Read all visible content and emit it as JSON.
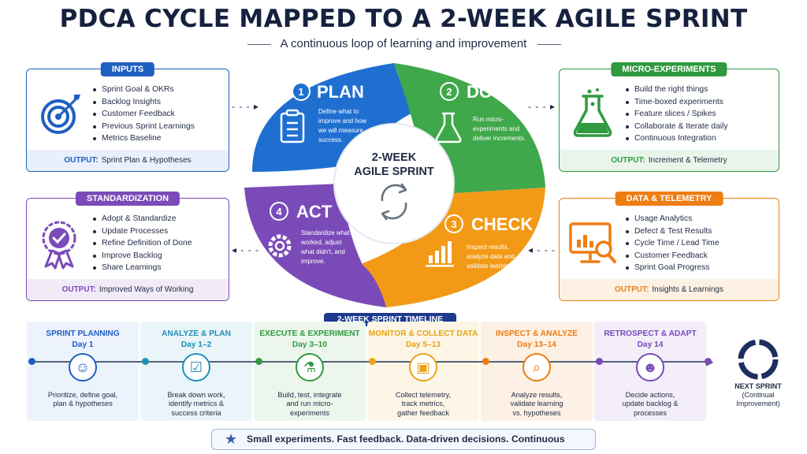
{
  "title": "PDCA CYCLE MAPPED TO A 2-WEEK AGILE SPRINT",
  "subtitle": "A continuous loop of learning and improvement",
  "center": {
    "line1": "2-WEEK",
    "line2": "AGILE SPRINT"
  },
  "phases": {
    "plan": {
      "num": "1",
      "name": "PLAN",
      "desc": [
        "Define what to",
        "improve and how",
        "we will measure",
        "success."
      ],
      "color": "#1f6fd1"
    },
    "do": {
      "num": "2",
      "name": "DO",
      "desc": [
        "Run micro-",
        "experiments and",
        "deliver increments."
      ],
      "color": "#3fa84a"
    },
    "check": {
      "num": "3",
      "name": "CHECK",
      "desc": [
        "Inspect results,",
        "analyze data and",
        "validate learning."
      ],
      "color": "#f29a16"
    },
    "act": {
      "num": "4",
      "name": "ACT",
      "desc": [
        "Standardize what",
        "worked, adjust",
        "what didn't, and",
        "improve."
      ],
      "color": "#7a4bb8"
    }
  },
  "cards": {
    "inputs": {
      "header": "INPUTS",
      "items": [
        "Sprint Goal & OKRs",
        "Backlog Insights",
        "Customer Feedback",
        "Previous Sprint Learnings",
        "Metrics Baseline"
      ],
      "output_label": "OUTPUT:",
      "output": "Sprint Plan & Hypotheses",
      "color": "#1f5fbf",
      "bg": "#e9f0fb"
    },
    "standardization": {
      "header": "STANDARDIZATION",
      "items": [
        "Adopt & Standardize",
        "Update Processes",
        "Refine Definition of Done",
        "Improve Backlog",
        "Share Learnings"
      ],
      "output_label": "OUTPUT:",
      "output": "Improved Ways of Working",
      "color": "#7a4bb8",
      "bg": "#f1ebf8"
    },
    "micro": {
      "header": "MICRO-EXPERIMENTS",
      "items": [
        "Build the right things",
        "Time-boxed experiments",
        "Feature slices / Spikes",
        "Collaborate & Iterate daily",
        "Continuous Integration"
      ],
      "output_label": "OUTPUT:",
      "output": "Increment & Telemetry",
      "color": "#2f9a3f",
      "bg": "#e9f5ea"
    },
    "data": {
      "header": "DATA & TELEMETRY",
      "items": [
        "Usage Analytics",
        "Defect & Test Results",
        "Cycle Time / Lead Time",
        "Customer Feedback",
        "Sprint Goal Progress"
      ],
      "output_label": "OUTPUT:",
      "output": "Insights & Learnings",
      "color": "#ee7d12",
      "bg": "#fdf1e3"
    }
  },
  "timeline": {
    "label": "2-WEEK SPRINT TIMELINE",
    "stages": [
      {
        "name": "SPRINT PLANNING",
        "day": "Day 1",
        "desc": [
          "Prioritize, define goal,",
          "plan & hypotheses"
        ],
        "color": "#1f5fbf",
        "bg": "#edf3fc",
        "icon": "team-icon"
      },
      {
        "name": "ANALYZE & PLAN",
        "day": "Day 1–2",
        "desc": [
          "Break down work,",
          "identify metrics &",
          "success criteria"
        ],
        "color": "#1f8fb8",
        "bg": "#eaf5f9",
        "icon": "checklist-icon"
      },
      {
        "name": "EXECUTE & EXPERIMENT",
        "day": "Day 3–10",
        "desc": [
          "Build, test, integrate",
          "and run micro-",
          "experiments"
        ],
        "color": "#2f9a3f",
        "bg": "#ecf6ec",
        "icon": "flask-icon"
      },
      {
        "name": "MONITOR & COLLECT DATA",
        "day": "Day 5–13",
        "desc": [
          "Collect telemetry,",
          "track metrics,",
          "gather feedback"
        ],
        "color": "#e8a317",
        "bg": "#fdf6e6",
        "icon": "monitor-chart-icon"
      },
      {
        "name": "INSPECT & ANALYZE",
        "day": "Day 13–14",
        "desc": [
          "Analyze results,",
          "validate learning",
          "vs. hypotheses"
        ],
        "color": "#ee7d12",
        "bg": "#fdf0e4",
        "icon": "magnifier-icon"
      },
      {
        "name": "RETROSPECT & ADAPT",
        "day": "Day 14",
        "desc": [
          "Decide actions,",
          "update backlog &",
          "processes"
        ],
        "color": "#7a4bb8",
        "bg": "#f3eef9",
        "icon": "retro-team-icon"
      }
    ],
    "next": {
      "title": "NEXT SPRINT",
      "sub1": "(Continual",
      "sub2": "Improvement)"
    }
  },
  "footer": "Small experiments. Fast feedback. Data-driven decisions. Continuous improvement."
}
